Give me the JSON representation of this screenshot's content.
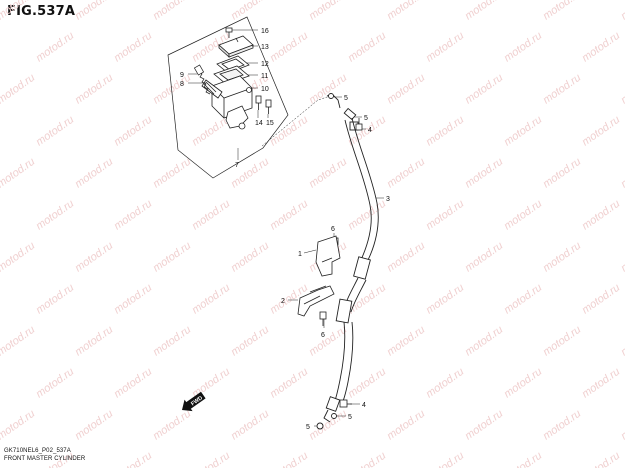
{
  "figure": {
    "title": "FIG.537A",
    "drawing_code": "GK710NEL6_P02_537A",
    "subtitle": "FRONT MASTER CYLINDER"
  },
  "watermark": {
    "text": "motod.ru",
    "color": "#f0d0d0"
  },
  "callouts": {
    "c16": "16",
    "c13": "13",
    "c12": "12",
    "c11": "11",
    "c10": "10",
    "c9": "9",
    "c8": "8",
    "c14": "14",
    "c15": "15",
    "c7": "7",
    "c5_top": "5",
    "c5_b": "5",
    "c4_top": "4",
    "c3": "3",
    "c6_top": "6",
    "c1": "1",
    "c2": "2",
    "c6_bottom": "6",
    "c4_bottom": "4",
    "c5_bottom_left": "5",
    "c5_bottom_right": "5"
  },
  "fwd_arrow": {
    "label": "FWD"
  }
}
